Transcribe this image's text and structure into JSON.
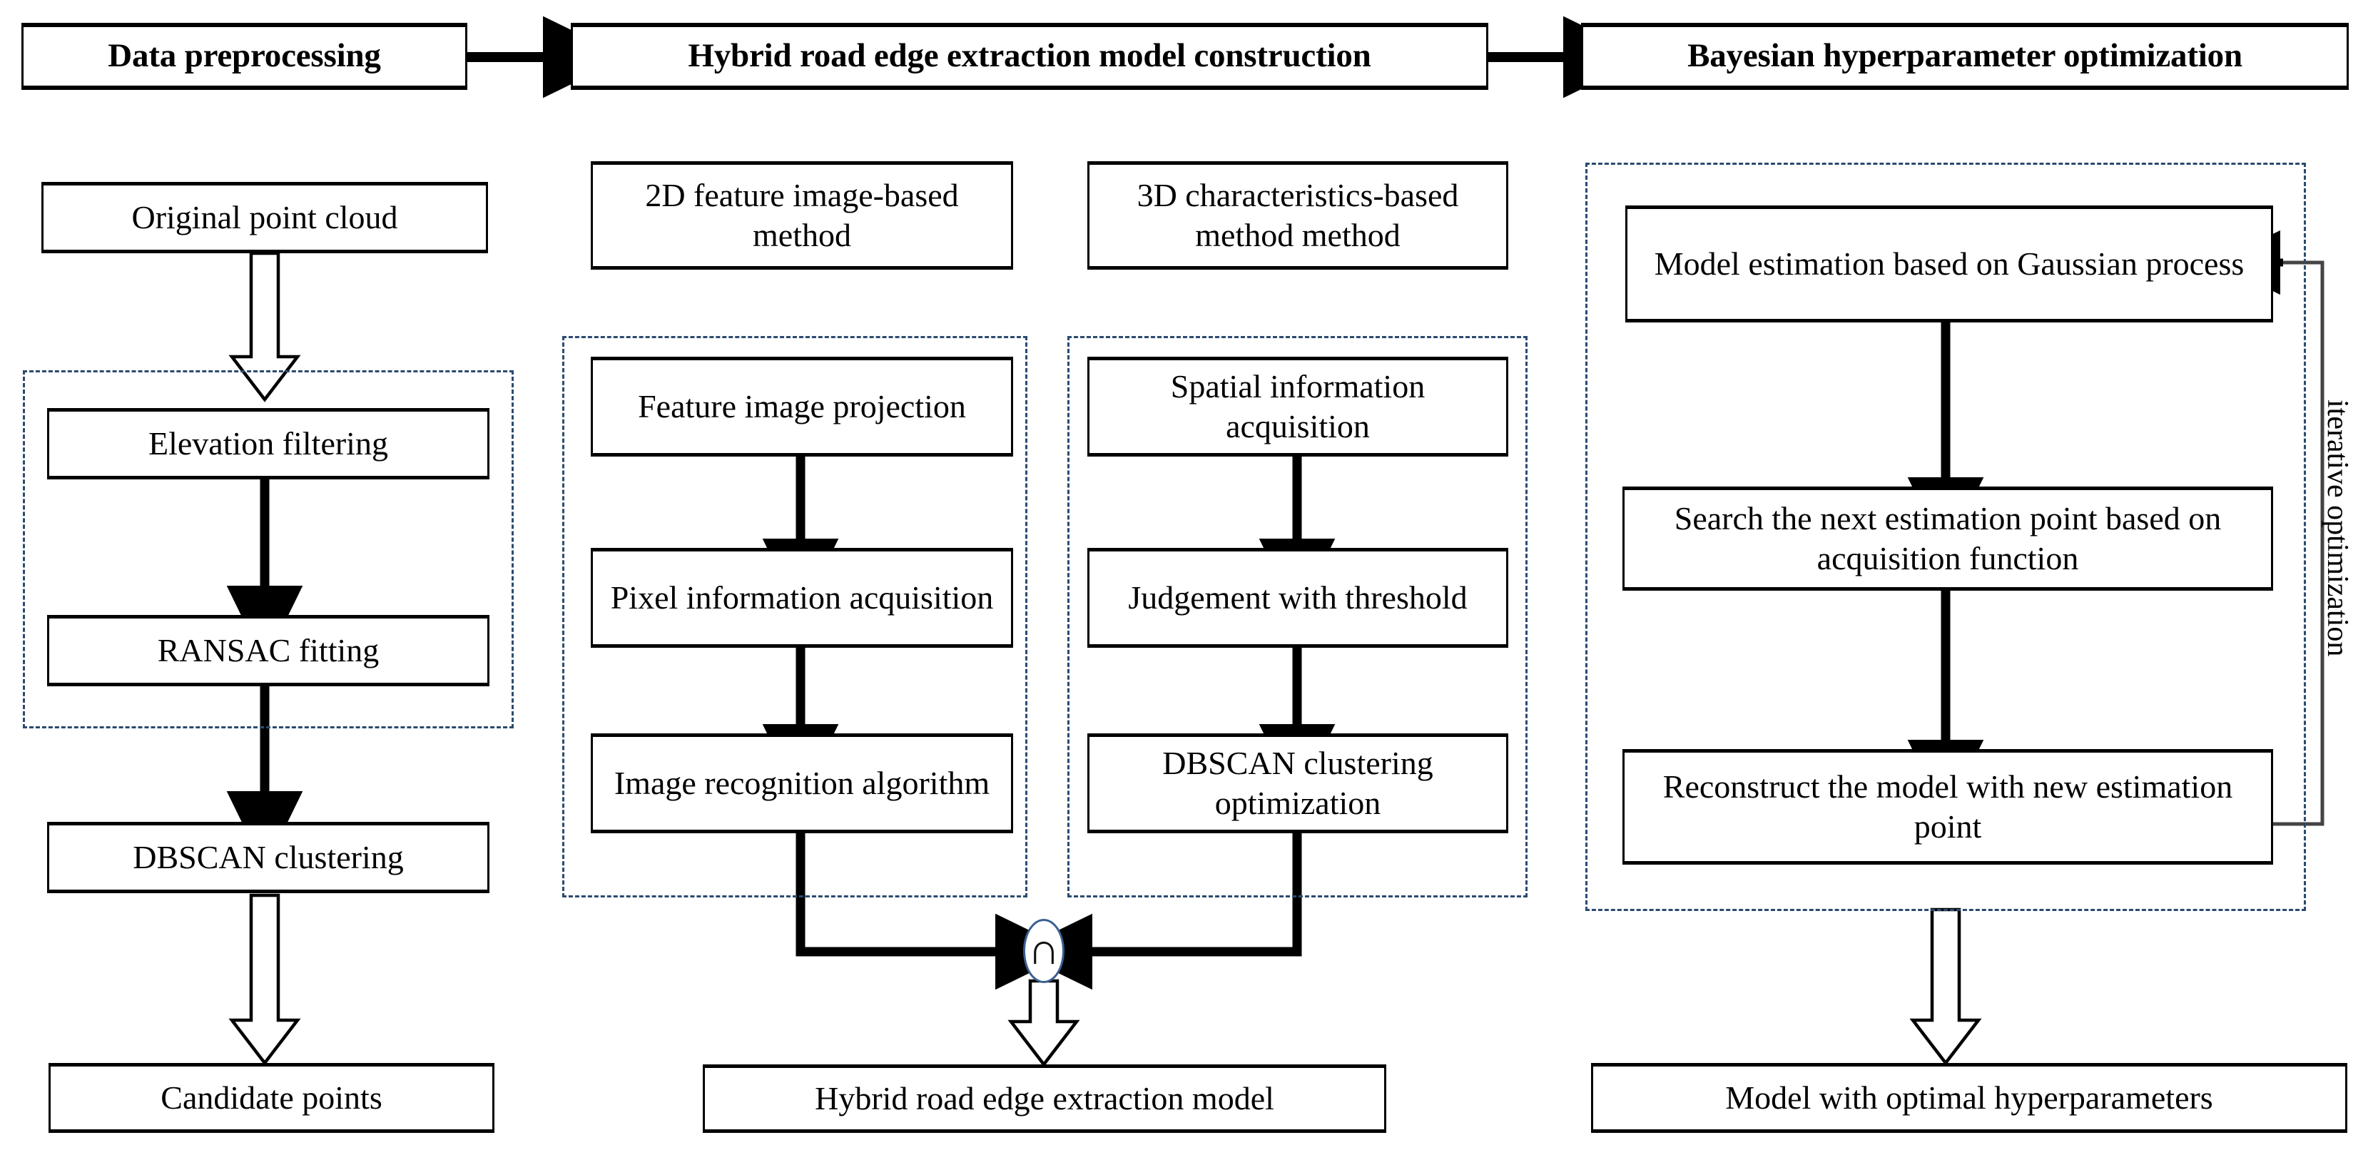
{
  "diagram": {
    "title_flow": [
      "Data preprocessing",
      "Hybrid road edge extraction model construction",
      "Bayesian hyperparameter optimization"
    ],
    "headers": [
      {
        "id": "data-preprocessing",
        "label": "Data preprocessing"
      },
      {
        "id": "hybrid-model-construction",
        "label": "Hybrid road edge extraction model construction"
      },
      {
        "id": "bayesian-optimization",
        "label": "Bayesian hyperparameter optimization"
      }
    ],
    "stage_a": {
      "input": "Original point cloud",
      "group_steps": [
        "Elevation filtering",
        "RANSAC fitting",
        "DBSCAN clustering"
      ],
      "output": "Candidate points"
    },
    "stage_b": {
      "branch_2d": {
        "title": "2D feature image-based method",
        "steps": [
          "Feature image projection",
          "Pixel information acquisition",
          "Image recognition algorithm"
        ]
      },
      "branch_3d": {
        "title": "3D characteristics-based method method",
        "steps": [
          "Spatial information acquisition",
          "Judgement with threshold",
          "DBSCAN clustering optimization"
        ]
      },
      "merge_symbol": "∩",
      "output": "Hybrid road edge extraction model"
    },
    "stage_c": {
      "group_steps": [
        "Model estimation based on Gaussian process",
        "Search the next estimation point based on acquisition function",
        "Reconstruct the model with new estimation point"
      ],
      "feedback_label": "iterative optimization",
      "output": "Model with optimal hyperparameters"
    },
    "colors": {
      "group_border": "#2b4a70",
      "merge_border": "#3a5f8f",
      "box_border": "#000000",
      "ink": "#000000",
      "background": "#ffffff"
    }
  }
}
